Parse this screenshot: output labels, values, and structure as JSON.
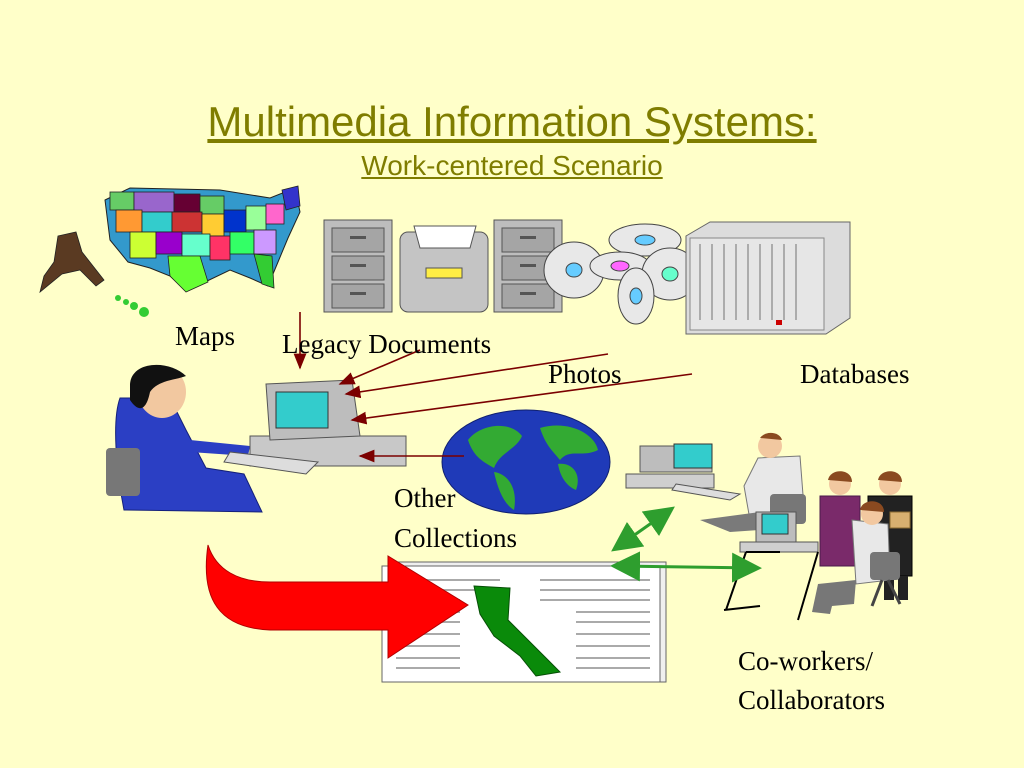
{
  "slide": {
    "title": "Multimedia Information Systems:",
    "subtitle": "Work-centered Scenario"
  },
  "labels": {
    "maps": "Maps",
    "legacy_documents": "Legacy Documents",
    "photos": "Photos",
    "databases": "Databases",
    "other_collections_line1": "Other",
    "other_collections_line2": "Collections",
    "coworkers_line1": "Co-workers/",
    "coworkers_line2": "Collaborators"
  },
  "colors": {
    "background": "#FFFFC9",
    "title": "#7F7D00",
    "link_arrow": "#7B0000",
    "collab_arrow": "#2E9E2E",
    "big_arrow": "#FF0000",
    "california": "#0A8A0A"
  }
}
